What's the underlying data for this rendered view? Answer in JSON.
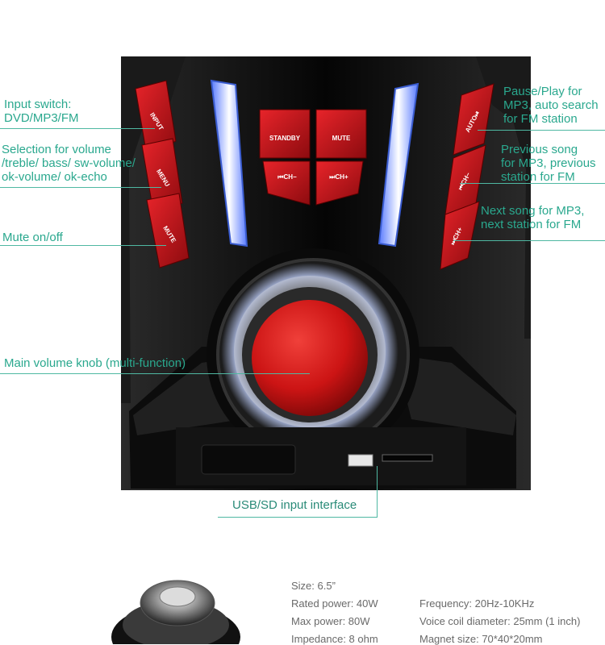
{
  "speaker_panel": {
    "buttons": {
      "input": "INPUT",
      "menu": "MENU",
      "mute_left": "MUTE",
      "standby": "STANDBY",
      "mute_center": "MUTE",
      "ch_minus_center": "⏮CH−",
      "ch_plus_center": "⏭CH+",
      "auto": "AUTO⏯",
      "ch_minus_right": "⏮CH−",
      "ch_plus_right": "⏭CH+"
    }
  },
  "annotations": {
    "input_switch": "Input switch:\nDVD/MP3/FM",
    "selection": "Selection for volume\n/treble/ bass/ sw-volume/\nok-volume/ ok-echo",
    "mute": "Mute on/off",
    "knob": "Main volume knob (multi-function)",
    "pause_play": "Pause/Play for\nMP3, auto search\nfor FM station",
    "previous": "Previous song\nfor MP3, previous\nstation for FM",
    "next": "Next song for MP3,\nnext station for FM",
    "usb": "USB/SD input interface"
  },
  "specs": {
    "left": [
      "Size: 6.5”",
      "Rated power: 40W",
      "Max power: 80W",
      "Impedance: 8 ohm"
    ],
    "right": [
      "Frequency: 20Hz-10KHz",
      "Voice coil diameter: 25mm (1 inch)",
      "Magnet size: 70*40*20mm"
    ]
  },
  "colors": {
    "accent": "#2aa88e",
    "button_red": "#c8141a",
    "body_black": "#111111",
    "led_blue": "#6a8cff"
  }
}
